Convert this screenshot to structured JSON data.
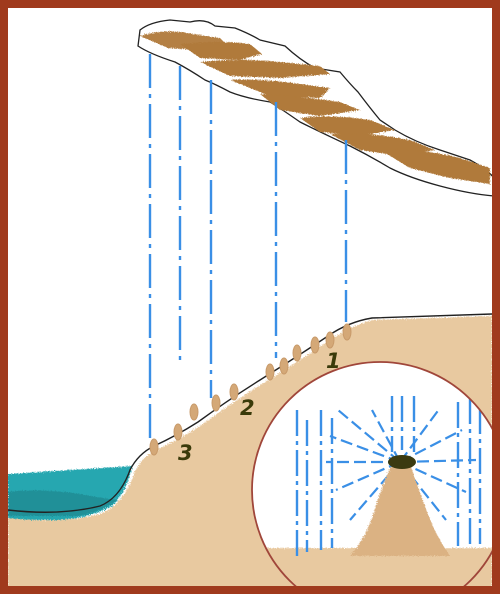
{
  "labels": {
    "one": "1",
    "two": "2",
    "three": "3"
  },
  "colors": {
    "frame": "#a03a1d",
    "cloud": "#b07a3a",
    "sand": "#e8c9a0",
    "sand_dark": "#c89a6a",
    "rain": "#3a8fe6",
    "water": "#27a7b0",
    "water_dark": "#1d7f86",
    "label": "#3a3a0a",
    "crater": "#3b3a10",
    "circle": "#a0463a"
  },
  "icons": {
    "frame": "border-frame",
    "cloud": "cloud-layer",
    "rain": "raindrop-streaks",
    "ground": "sand-slope",
    "water": "water-pool",
    "splash": "splash-crater-inset"
  }
}
